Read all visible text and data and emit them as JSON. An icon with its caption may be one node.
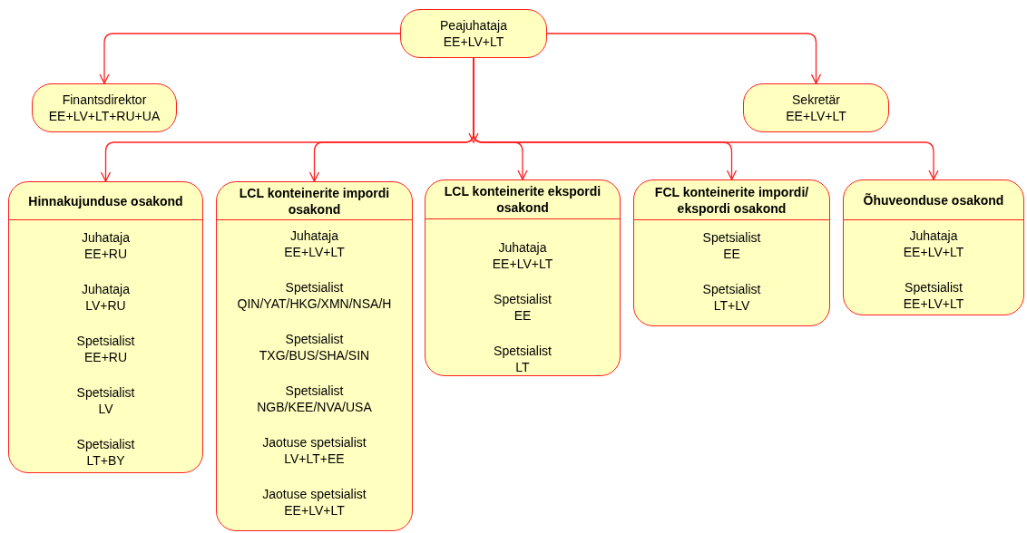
{
  "diagram": {
    "nodes": [
      {
        "text": [
          "Peajuhataja EE+LV+LT"
        ]
      },
      {
        "text": [
          "Finantsdirektor EE+LV+LT+RU+UA"
        ]
      },
      {
        "text": [
          "Sekretär EE+LV+LT"
        ]
      },
      {
        "text": [
          "Hinnakujunduse osakond",
          "Juhataja EE+RU",
          "Juhataja LV+RU",
          "Spetsialist EE+RU",
          "Spetsialist LV",
          "Spetsialist LT+BY"
        ]
      },
      {
        "text": [
          "LCL konteinerite impordi osakond",
          "Juhataja EE+LV+LT",
          "Spetsialist QIN/YAT/HKG/XMN/NSA/H",
          "Spetsialist TXG/BUS/SHA/SIN",
          "Spetsialist NGB/KEE/NVA/USA",
          "Jaotuse spetsialist LV+LT+EE",
          "Jaotuse spetsialist EE+LV+LT"
        ]
      },
      {
        "text": [
          "LCL konteinerite ekspordi osakond",
          "Juhataja EE+LV+LT",
          "Spetsialist EE",
          "Spetsialist LT"
        ]
      },
      {
        "text": [
          "FCL konteinerite impordi/ ekspordi osakond",
          "Spetsialist EE",
          "Spetsialist LT+LV"
        ]
      },
      {
        "text": [
          "Õhuveonduse osakond",
          "Juhataja EE+LV+LT",
          "Spetsialist EE+LV+LT"
        ]
      }
    ],
    "edges": [
      {
        "from": 0,
        "to": 1,
        "arrow": "to"
      },
      {
        "from": 0,
        "to": 2,
        "arrow": "to"
      },
      {
        "from": 0,
        "to": 3,
        "arrow": "to"
      },
      {
        "from": 0,
        "to": 4,
        "arrow": "to"
      },
      {
        "from": 0,
        "to": 5,
        "arrow": "to"
      },
      {
        "from": 0,
        "to": 6,
        "arrow": "to"
      },
      {
        "from": 0,
        "to": 7,
        "arrow": "to"
      }
    ]
  }
}
